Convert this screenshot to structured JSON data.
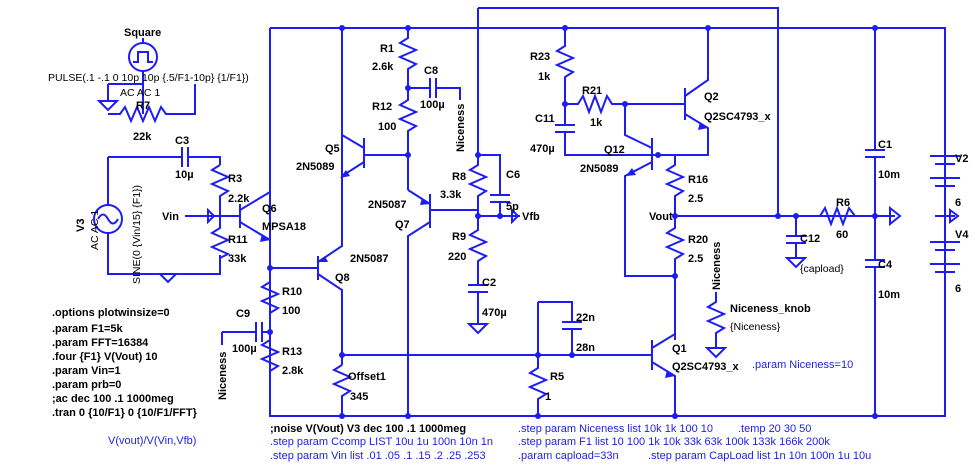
{
  "components": {
    "square_src": {
      "name": "Square",
      "value": "PULSE(.1 -.1 0 10p 10p {.5/F1-10p} {1/F1})",
      "extra": "AC AC 1"
    },
    "R7": {
      "name": "R7",
      "value": "22k"
    },
    "C3": {
      "name": "C3",
      "value": "10µ"
    },
    "V3": {
      "name": "V3",
      "value": "SINE(0 {Vin/15} {F1})",
      "extra": "AC AC 1"
    },
    "R3": {
      "name": "R3",
      "value": "2.2k"
    },
    "R11": {
      "name": "R11",
      "value": "33k"
    },
    "Q6": {
      "name": "Q6",
      "value": "MPSA18"
    },
    "Q5": {
      "name": "Q5",
      "value": "2N5089"
    },
    "Q8": {
      "name": "Q8",
      "value": "2N5087"
    },
    "Q7": {
      "name": "Q7",
      "value": "2N5087"
    },
    "R1": {
      "name": "R1",
      "value": "2.6k"
    },
    "C8": {
      "name": "C8",
      "value": "100µ"
    },
    "R12": {
      "name": "R12",
      "value": "100"
    },
    "R10": {
      "name": "R10",
      "value": "100"
    },
    "C9": {
      "name": "C9",
      "value": "100µ"
    },
    "R13": {
      "name": "R13",
      "value": "2.8k"
    },
    "Offset1": {
      "name": "Offset1",
      "value": "345"
    },
    "R8": {
      "name": "R8",
      "value": "3.3k"
    },
    "C6": {
      "name": "C6",
      "value": "5p"
    },
    "R9": {
      "name": "R9",
      "value": "220"
    },
    "C2": {
      "name": "C2",
      "value": "470µ"
    },
    "R23": {
      "name": "R23",
      "value": "1k"
    },
    "C11": {
      "name": "C11",
      "value": "470µ"
    },
    "R21": {
      "name": "R21",
      "value": "1k"
    },
    "Q12": {
      "name": "Q12",
      "value": "2N5089"
    },
    "Q2": {
      "name": "Q2",
      "value": "Q2SC4793_x"
    },
    "R16": {
      "name": "R16",
      "value": "2.5"
    },
    "R20": {
      "name": "R20",
      "value": "2.5"
    },
    "C12": {
      "name": "C12",
      "value": "{capload}"
    },
    "R6": {
      "name": "R6",
      "value": "60"
    },
    "C1": {
      "name": "C1",
      "value": "10m"
    },
    "C4": {
      "name": "C4",
      "value": "10m"
    },
    "V2": {
      "name": "V2",
      "value": "6"
    },
    "V4": {
      "name": "V4",
      "value": "6"
    },
    "R5": {
      "name": "R5",
      "value": "1"
    },
    "C_22n": {
      "name": "22n",
      "value": "28n"
    },
    "Q1": {
      "name": "Q1",
      "value": "Q2SC4793_x"
    },
    "knob": {
      "name": "Niceness_knob",
      "value": "{Niceness}"
    }
  },
  "nets": {
    "vin": "Vin",
    "vfb": "Vfb",
    "vout": "Vout",
    "niceness": "Niceness"
  },
  "directives": {
    "left": [
      ".options plotwinsize=0",
      ".param F1=5k",
      ".param FFT=16384",
      ".four {F1} V(Vout) 10",
      ".param Vin=1",
      ".param prb=0",
      ";ac dec 100 .1 1000meg",
      ".tran 0 {10/F1} 0 {10/F1/FFT}"
    ],
    "expr": "V(vout)/V(Vin,Vfb)",
    "noise": ";noise V(Vout) V3 dec 100 .1 1000meg",
    "step_ccomp": ".step param Ccomp LIST 10u 1u 100n 10n 1n",
    "step_vin": ".step param Vin list .01 .05 .1 .15 .2 .25 .253",
    "step_niceness": ".step param Niceness list 10k 1k 100 10",
    "step_temp": ".temp 20 30 50",
    "step_f1": ".step param F1 list 10 100 1k 10k 33k 63k 100k 133k 166k 200k",
    "param_capload": ".param capload=33n",
    "step_capload": ".step param CapLoad list 1n 10n 100n 1u 10u",
    "param_niceness": ".param Niceness=10"
  }
}
